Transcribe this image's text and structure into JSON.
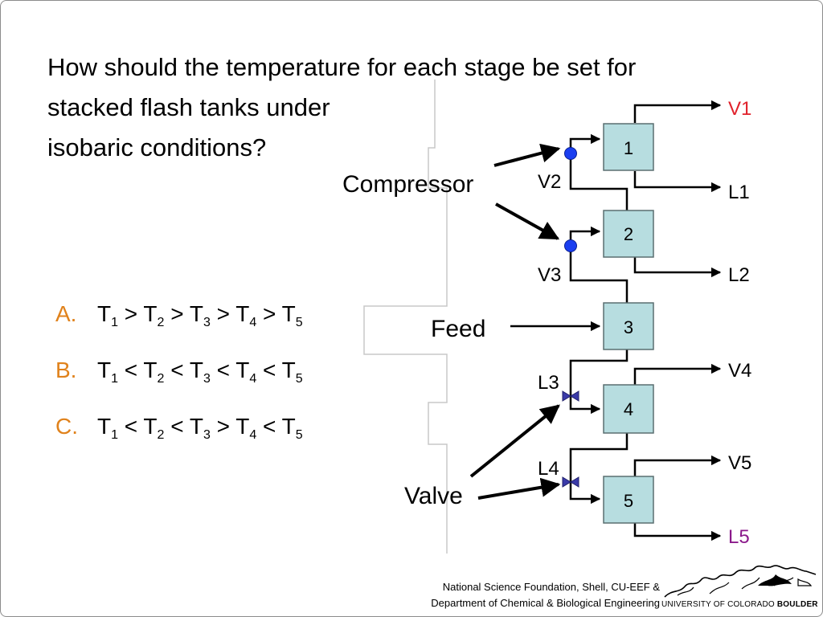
{
  "question": {
    "line1": "How should the temperature for each stage  be set for",
    "line2": "stacked flash tanks under",
    "line3": "isobaric conditions?"
  },
  "choices": [
    {
      "letter": "A.",
      "parts": [
        "T",
        "1",
        " > T",
        "2",
        " > T",
        "3",
        " > T",
        "4",
        " > T",
        "5"
      ]
    },
    {
      "letter": "B.",
      "parts": [
        "T",
        "1",
        " < T",
        "2",
        " < T",
        "3",
        " < T",
        "4",
        " < T",
        "5"
      ]
    },
    {
      "letter": "C.",
      "parts": [
        "T",
        "1",
        " < T",
        "2",
        " < T",
        "3",
        " > T",
        "4",
        " < T",
        "5"
      ]
    }
  ],
  "diagram": {
    "stages": [
      "1",
      "2",
      "3",
      "4",
      "5"
    ],
    "streams": {
      "v1": "V1",
      "l1": "L1",
      "v2": "V2",
      "l2": "L2",
      "v3": "V3",
      "v4": "V4",
      "l3": "L3",
      "v5": "V5",
      "l4": "L4",
      "l5": "L5"
    },
    "labels": {
      "compressor": "Compressor",
      "feed": "Feed",
      "valve": "Valve"
    },
    "colors": {
      "stage_fill": "#b7dde0",
      "stage_stroke": "#5a6f70",
      "compressor": "#1a3ef0",
      "valve": "#3a3aa8",
      "product_red": "#e0212b",
      "product_purple": "#8b1a8b"
    }
  },
  "footer": {
    "line1": "National Science Foundation, Shell, CU-EEF &",
    "line2": "Department of Chemical & Biological Engineering",
    "university": "UNIVERSITY OF COLORADO",
    "campus": "BOULDER"
  }
}
